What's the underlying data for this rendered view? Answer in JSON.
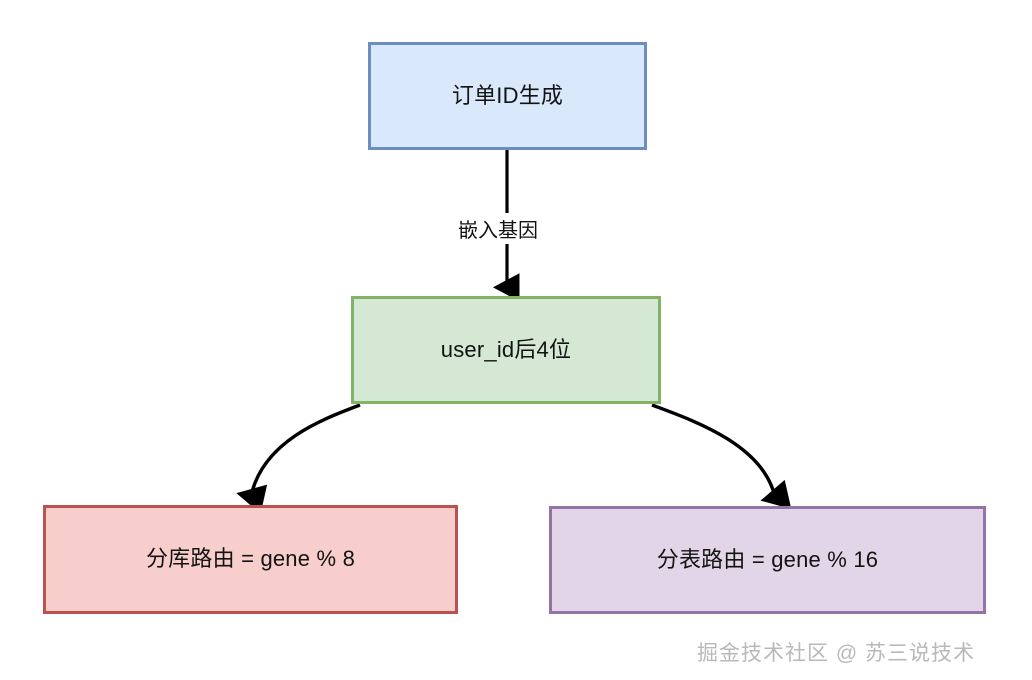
{
  "diagram": {
    "nodes": [
      {
        "id": "order-id",
        "label": "订单ID生成",
        "fill": "#dae8fc",
        "stroke": "#6c8ebf"
      },
      {
        "id": "user-gene",
        "label": "user_id后4位",
        "fill": "#d5e8d4",
        "stroke": "#82b366"
      },
      {
        "id": "db-route",
        "label": "分库路由 = gene % 8",
        "fill": "#f8cecc",
        "stroke": "#b85450"
      },
      {
        "id": "table-route",
        "label": "分表路由 = gene % 16",
        "fill": "#e1d5e7",
        "stroke": "#9673a6"
      }
    ],
    "edges": [
      {
        "id": "order-id-to-user-gene",
        "from": "order-id",
        "to": "user-gene",
        "label": "嵌入基因",
        "style": "straight-down-arrow"
      },
      {
        "id": "user-gene-to-db-route",
        "from": "user-gene",
        "to": "db-route",
        "label": "",
        "style": "curve-down-left-arrow"
      },
      {
        "id": "user-gene-to-table-route",
        "from": "user-gene",
        "to": "table-route",
        "label": "",
        "style": "curve-down-right-arrow"
      }
    ],
    "edge_color": "#000000"
  },
  "watermark": {
    "text": "掘金技术社区 @ 苏三说技术",
    "color": "#b9b9b9"
  }
}
